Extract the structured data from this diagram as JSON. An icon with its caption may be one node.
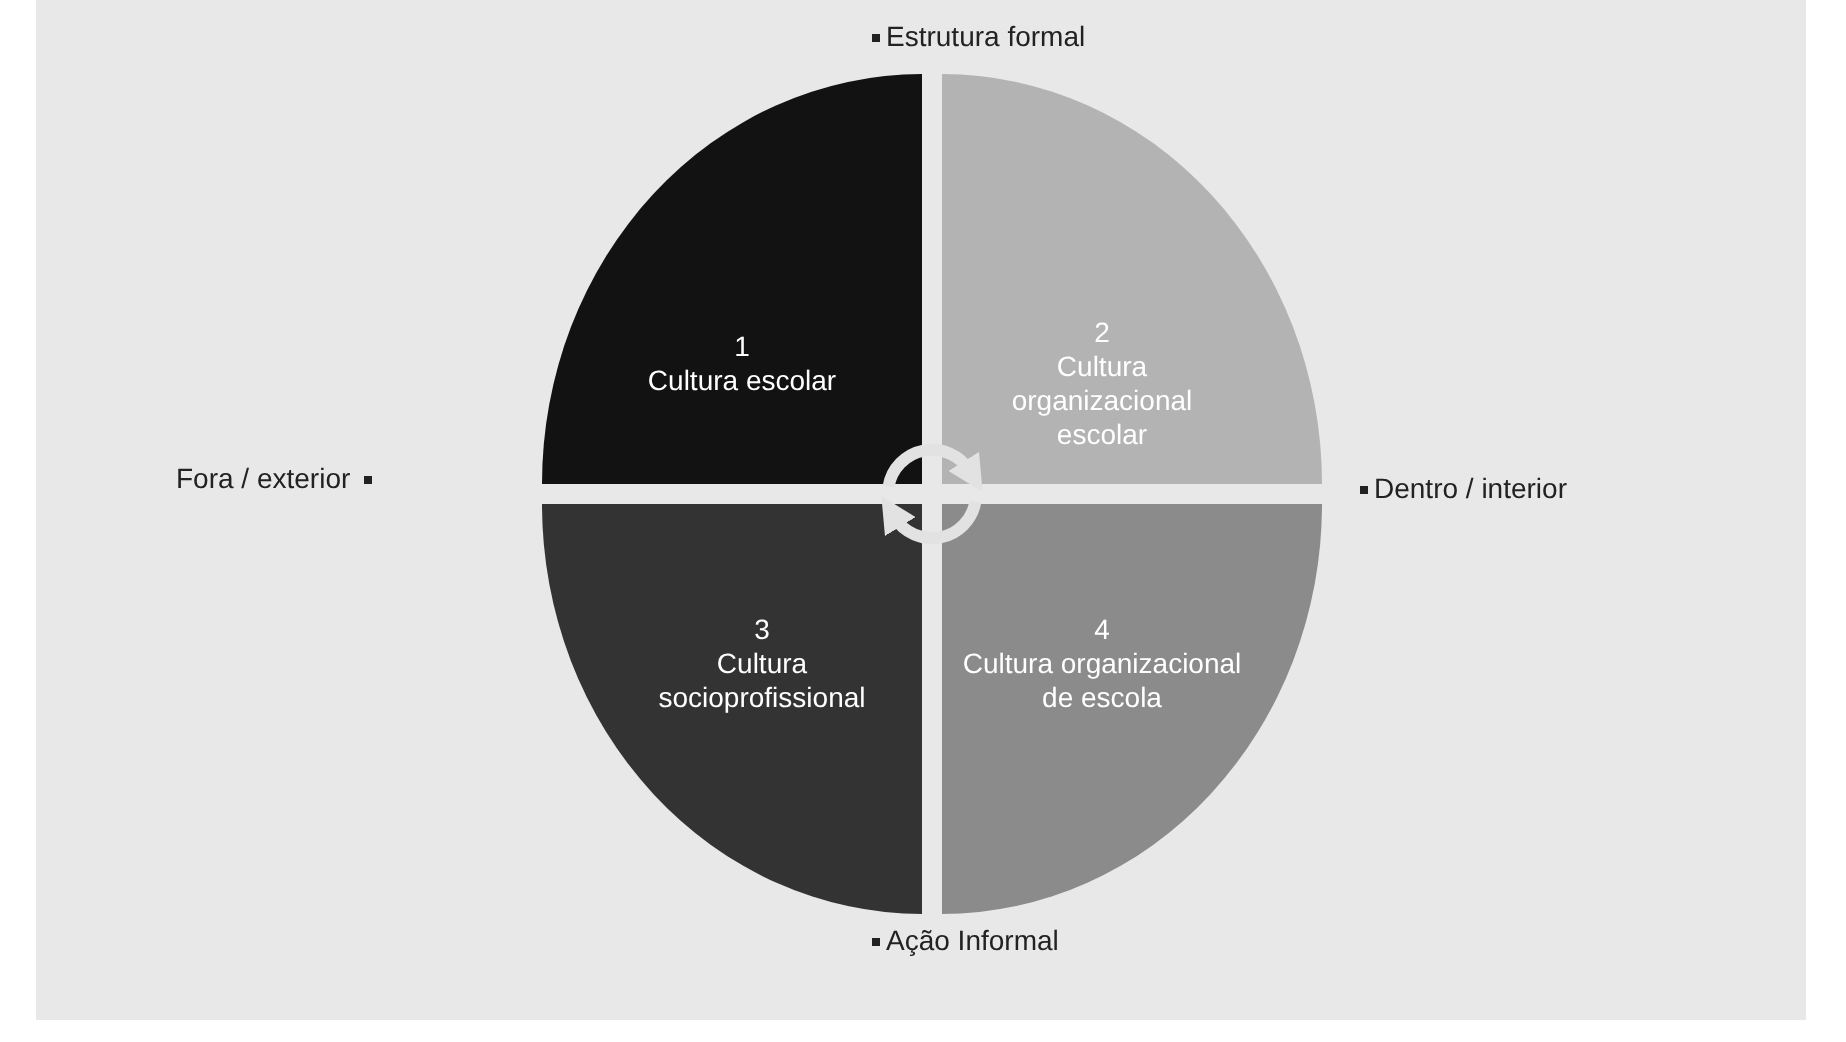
{
  "diagram": {
    "nodes": [
      {
        "text": [
          "1",
          "Cultura escolar"
        ]
      },
      {
        "text": [
          "2",
          "Cultura organizacional escolar"
        ]
      },
      {
        "text": [
          "3",
          "Cultura socioprofissional"
        ]
      },
      {
        "text": [
          "4",
          "Cultura organizacional de escola"
        ]
      }
    ],
    "edges": [
      {
        "from": 0,
        "to": 1,
        "arrow": "to"
      },
      {
        "from": 3,
        "to": 2,
        "arrow": "to"
      }
    ],
    "labels": [
      "Estrutura formal",
      "Fora / exterior",
      "Dentro / interior",
      "Ação Informal"
    ]
  }
}
